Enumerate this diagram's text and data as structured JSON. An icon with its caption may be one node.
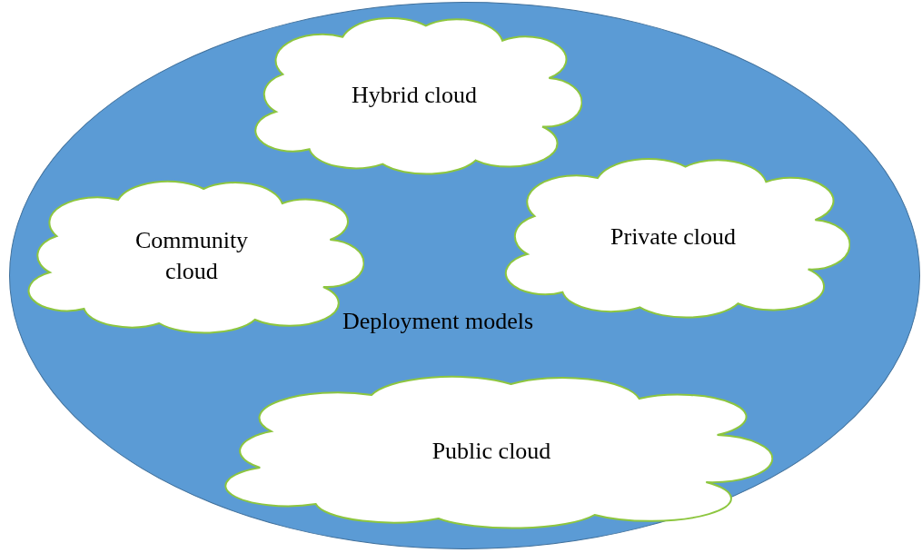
{
  "diagram": {
    "nodes": [
      {
        "text": [
          "Deployment models"
        ]
      },
      {
        "text": [
          "Hybrid cloud"
        ],
        "in": 0
      },
      {
        "text": [
          "Community cloud"
        ],
        "in": 0
      },
      {
        "text": [
          "Private cloud"
        ],
        "in": 0
      },
      {
        "text": [
          "Public cloud"
        ],
        "in": 0
      }
    ]
  }
}
